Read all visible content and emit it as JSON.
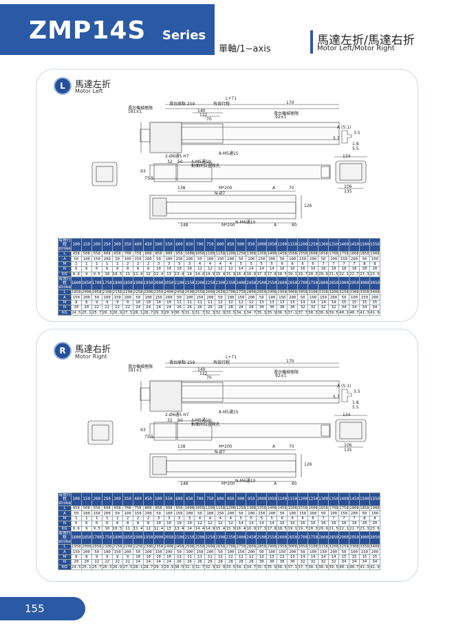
{
  "header": {
    "model": "ZMP14S",
    "series": "Series",
    "subtitle": "單軸/1−axis",
    "title_cn": "馬達左折/馬達右折",
    "title_en": "Motor Left/Motor Right"
  },
  "sections": [
    {
      "badge": "L",
      "title_cn": "馬達左折",
      "title_en": "Motor Left"
    },
    {
      "badge": "R",
      "title_cn": "馬達右折",
      "title_en": "Motor Right"
    }
  ],
  "drawing_labels": {
    "dim_l71": "L+71",
    "dim_259": "滑台原點 259",
    "dim_stroke": "有效行程",
    "dim_170": "170",
    "dim_140": "140",
    "dim_122": "122",
    "dim_70": "70",
    "mech_origin": "滑台機械極限",
    "dim_181": "181±1",
    "dim_92": "92±1",
    "hole_a": "2-Ø6通5 H7",
    "hole_b": "8-M5通15",
    "hole_c": "4-M5通10",
    "hole_c_note": "對面同位置攻孔",
    "dim_32": "32",
    "dim_50": "50",
    "dim_93": "93",
    "dim_755": "75.5",
    "detail_a": "A (5:1)",
    "dim_35": "3.5",
    "dim_57": "5.7",
    "dim_18": "1.8",
    "dim_55": "5.5",
    "dim_134": "134",
    "dim_106": "106",
    "dim_135": "135",
    "dim_138": "138",
    "m200": "M*200",
    "a": "A",
    "dim_70b": "70",
    "n_phi7": "N-Ø7",
    "dim_148": "148",
    "dim_60": "60",
    "n_m6": "N-M6通10",
    "dim_126": "126"
  },
  "spec_table": {
    "row_labels": [
      "有效行程 stroke",
      "L",
      "A",
      "M",
      "N",
      "KG"
    ],
    "part1": {
      "stroke": [
        "100",
        "150",
        "200",
        "250",
        "300",
        "350",
        "400",
        "450",
        "500",
        "550",
        "600",
        "650",
        "700",
        "750",
        "800",
        "850",
        "900",
        "950",
        "1000",
        "1050",
        "1100",
        "1150",
        "1200",
        "1250",
        "1300",
        "1350",
        "1400",
        "1450",
        "1500",
        "1550"
      ],
      "L": [
        "458",
        "508",
        "558",
        "608",
        "658",
        "708",
        "758",
        "808",
        "858",
        "908",
        "958",
        "1008",
        "1058",
        "1108",
        "1158",
        "1208",
        "1258",
        "1308",
        "1358",
        "1408",
        "1458",
        "1508",
        "1558",
        "1608",
        "1658",
        "1708",
        "1758",
        "1808",
        "1858",
        "1908"
      ],
      "A": [
        "50",
        "100",
        "150",
        "200",
        "50",
        "100",
        "150",
        "200",
        "50",
        "100",
        "150",
        "200",
        "50",
        "100",
        "150",
        "200",
        "50",
        "100",
        "150",
        "200",
        "50",
        "100",
        "150",
        "200",
        "50",
        "100",
        "150",
        "200",
        "50",
        "100"
      ],
      "M": [
        "1",
        "1",
        "1",
        "1",
        "2",
        "2",
        "2",
        "2",
        "3",
        "3",
        "3",
        "3",
        "4",
        "4",
        "4",
        "4",
        "5",
        "5",
        "5",
        "5",
        "6",
        "6",
        "6",
        "6",
        "7",
        "7",
        "7",
        "7",
        "8",
        "8"
      ],
      "N": [
        "6",
        "6",
        "6",
        "6",
        "8",
        "8",
        "8",
        "8",
        "10",
        "10",
        "10",
        "10",
        "12",
        "12",
        "12",
        "12",
        "14",
        "14",
        "14",
        "14",
        "16",
        "16",
        "16",
        "16",
        "18",
        "18",
        "18",
        "18",
        "20",
        "20"
      ],
      "KG": [
        "8.6",
        "9",
        "9.5",
        "10",
        "10.5",
        "11",
        "11.4",
        "12",
        "12.4",
        "13",
        "13.4",
        "14",
        "14.4",
        "14.9",
        "15.4",
        "15.9",
        "16.4",
        "16.9",
        "17.3",
        "17.8",
        "18.5",
        "19.1",
        "19.7",
        "20.3",
        "20.9",
        "21.5",
        "22.1",
        "22.7",
        "23.3",
        "23.9"
      ]
    },
    "part2": {
      "stroke": [
        "1600",
        "1650",
        "1700",
        "1750",
        "1800",
        "1850",
        "1900",
        "1950",
        "2000",
        "2050",
        "2100",
        "2150",
        "2200",
        "2250",
        "2300",
        "2350",
        "2400",
        "2450",
        "2500",
        "2550",
        "2600",
        "2650",
        "2700",
        "2750",
        "2800",
        "2850",
        "2900",
        "2950",
        "3000",
        "3050"
      ],
      "L": [
        "1958",
        "2008",
        "2058",
        "2108",
        "2158",
        "2208",
        "2258",
        "2308",
        "2358",
        "2408",
        "2458",
        "2508",
        "2558",
        "2608",
        "2658",
        "2708",
        "2758",
        "2808",
        "2858",
        "2908",
        "2958",
        "3008",
        "3058",
        "3108",
        "3158",
        "3208",
        "3258",
        "3308",
        "3358",
        "3408"
      ],
      "A": [
        "150",
        "200",
        "50",
        "100",
        "150",
        "200",
        "50",
        "100",
        "150",
        "200",
        "50",
        "100",
        "150",
        "200",
        "50",
        "100",
        "150",
        "200",
        "50",
        "100",
        "150",
        "200",
        "50",
        "100",
        "150",
        "200",
        "50",
        "100",
        "150",
        "200"
      ],
      "M": [
        "8",
        "8",
        "9",
        "9",
        "9",
        "9",
        "10",
        "10",
        "10",
        "10",
        "11",
        "11",
        "11",
        "11",
        "12",
        "12",
        "12",
        "12",
        "13",
        "13",
        "13",
        "13",
        "14",
        "14",
        "14",
        "14",
        "15",
        "15",
        "15",
        "15"
      ],
      "N": [
        "20",
        "20",
        "22",
        "22",
        "22",
        "22",
        "24",
        "24",
        "24",
        "24",
        "26",
        "26",
        "26",
        "26",
        "28",
        "28",
        "28",
        "28",
        "30",
        "30",
        "30",
        "30",
        "32",
        "32",
        "32",
        "32",
        "34",
        "34",
        "34",
        "34"
      ],
      "KG": [
        "24.5",
        "25.1",
        "25.7",
        "26.3",
        "26.9",
        "27.5",
        "28.1",
        "28.7",
        "29.3",
        "29.9",
        "30.5",
        "31.1",
        "31.7",
        "32.3",
        "32.9",
        "33.5",
        "34.1",
        "34.7",
        "35.3",
        "35.9",
        "36.5",
        "37.1",
        "37.7",
        "38.3",
        "38.9",
        "39.5",
        "40.1",
        "40.7",
        "41.3",
        "41.9"
      ]
    }
  },
  "footer": {
    "page": "155"
  }
}
